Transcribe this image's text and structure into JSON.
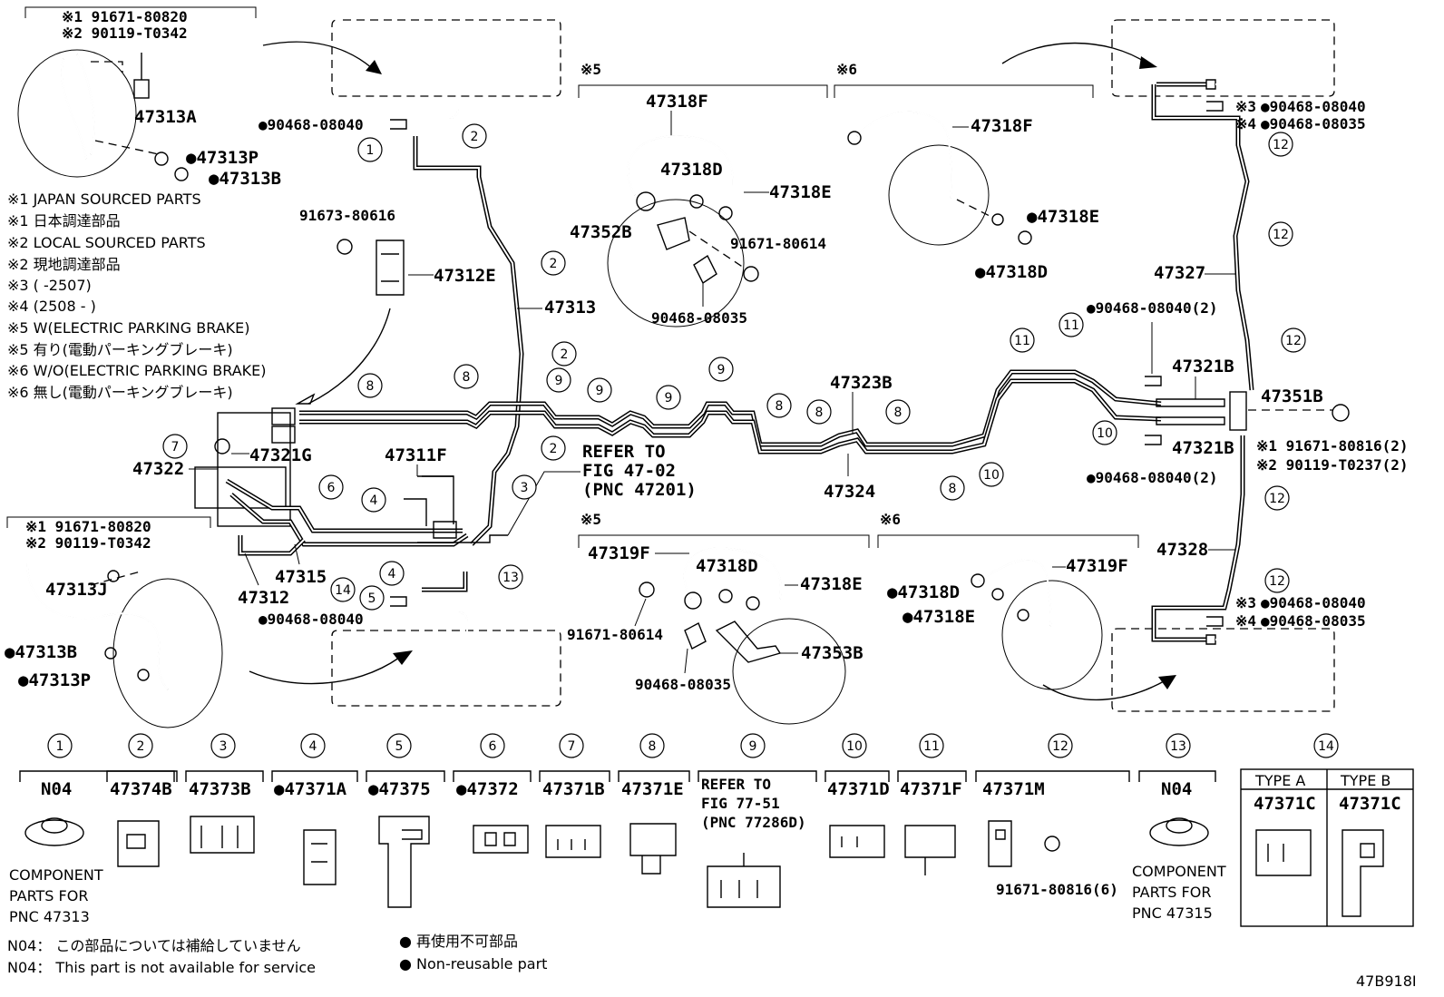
{
  "diagram_id": "47B918I",
  "labels": {
    "l_47313A": "47313A",
    "l_47313P_top": "●47313P",
    "l_47313B_top": "●47313B",
    "l_top_note1": "※1 91671-80820",
    "l_top_note2": "※2 90119-T0342",
    "l_91673": "91673-80616",
    "l_47312E": "47312E",
    "l_47313": "47313",
    "l_90468_top": "●90468-08040",
    "l_em5_top": "※5",
    "l_em6_top": "※6",
    "l_47318F_a": "47318F",
    "l_47318D_a": "47318D",
    "l_47318E_a": "47318E",
    "l_47352B": "47352B",
    "l_91671_80614_a": "91671-80614",
    "l_90468_08035_a": "90468-08035",
    "l_47318F_b": "47318F",
    "l_47318E_b": "●47318E",
    "l_47318D_b": "●47318D",
    "l_90468_08040_2a": "●90468-08040(2)",
    "l_47321B_a": "47321B",
    "l_47321B_b": "47321B",
    "l_47351B": "47351B",
    "l_90468_08040_2b": "●90468-08040(2)",
    "l_x1_91671_80816": "※1 91671-80816(2)",
    "l_x2_90119_T0237": "※2 90119-T0237(2)",
    "l_47327": "47327",
    "l_47328": "47328",
    "l_x3_top": "※3",
    "l_90468_08040_tr": "●90468-08040",
    "l_x4_top": "※4",
    "l_90468_08035_tr": "●90468-08035",
    "l_x3_bot": "※3",
    "l_90468_08040_br": "●90468-08040",
    "l_x4_bot": "※4",
    "l_90468_08035_br": "●90468-08035",
    "l_47323B": "47323B",
    "l_47324": "47324",
    "l_47311F": "47311F",
    "l_refer1": "REFER TO",
    "l_refer2": "FIG 47-02",
    "l_refer3": "(PNC 47201)",
    "l_47322": "47322",
    "l_47321G": "47321G",
    "l_47315": "47315",
    "l_47312": "47312",
    "l_90468_mid": "●90468-08040",
    "l_bl_note1": "※1 91671-80820",
    "l_bl_note2": "※2 90119-T0342",
    "l_47313J": "47313J",
    "l_47313B_bot": "●47313B",
    "l_47313P_bot": "●47313P",
    "l_em5_bot": "※5",
    "l_em6_bot": "※6",
    "l_47319F_a": "47319F",
    "l_47318D_c": "47318D",
    "l_47318E_c": "47318E",
    "l_91671_80614_b": "91671-80614",
    "l_90468_08035_b": "90468-08035",
    "l_47353B": "47353B",
    "l_47319F_b": "47319F",
    "l_47318D_d": "●47318D",
    "l_47318E_d": "●47318E"
  },
  "notes": [
    "※1 JAPAN SOURCED PARTS",
    "※1 日本調達部品",
    "※2 LOCAL SOURCED PARTS",
    "※2 現地調達部品",
    "※3 (        -2507)",
    "※4 (2508 -        )",
    "※5 W(ELECTRIC PARKING BRAKE)",
    "※5 有り(電動パーキングブレーキ)",
    "※6 W/O(ELECTRIC PARKING BRAKE)",
    "※6 無し(電動パーキングブレーキ)"
  ],
  "callouts": [
    "1",
    "2",
    "3",
    "4",
    "5",
    "6",
    "7",
    "8",
    "9",
    "10",
    "11",
    "12",
    "13",
    "14"
  ],
  "legend": {
    "items": [
      {
        "num": "1",
        "part": "N04"
      },
      {
        "num": "2",
        "part": "47374B"
      },
      {
        "num": "3",
        "part": "47373B"
      },
      {
        "num": "4",
        "part": "●47371A"
      },
      {
        "num": "5",
        "part": "●47375"
      },
      {
        "num": "6",
        "part": "●47372"
      },
      {
        "num": "7",
        "part": "47371B"
      },
      {
        "num": "8",
        "part": "47371E"
      },
      {
        "num": "9",
        "part": "REFER TO"
      },
      {
        "num": "10",
        "part": "47371D"
      },
      {
        "num": "11",
        "part": "47371F"
      },
      {
        "num": "12",
        "part": "47371M"
      },
      {
        "num": "13",
        "part": "N04"
      },
      {
        "num": "14",
        "part": ""
      }
    ],
    "refer_9_line2": "FIG 77-51",
    "refer_9_line3": "(PNC 77286D)",
    "bolt_12": "91671-80816(6)",
    "comp1_a": "COMPONENT",
    "comp1_b": "PARTS FOR",
    "comp1_c": "PNC 47313",
    "comp13_a": "COMPONENT",
    "comp13_b": "PARTS FOR",
    "comp13_c": "PNC 47315",
    "type_a": "TYPE A",
    "type_b": "TYPE B",
    "type_a_part": "47371C",
    "type_b_part": "47371C"
  },
  "footer": {
    "n04_jp": "N04： この部品については補給していません",
    "n04_en": "N04： This part is not available for service",
    "nonreuse_jp": "● 再使用不可部品",
    "nonreuse_en": "● Non-reusable part"
  }
}
